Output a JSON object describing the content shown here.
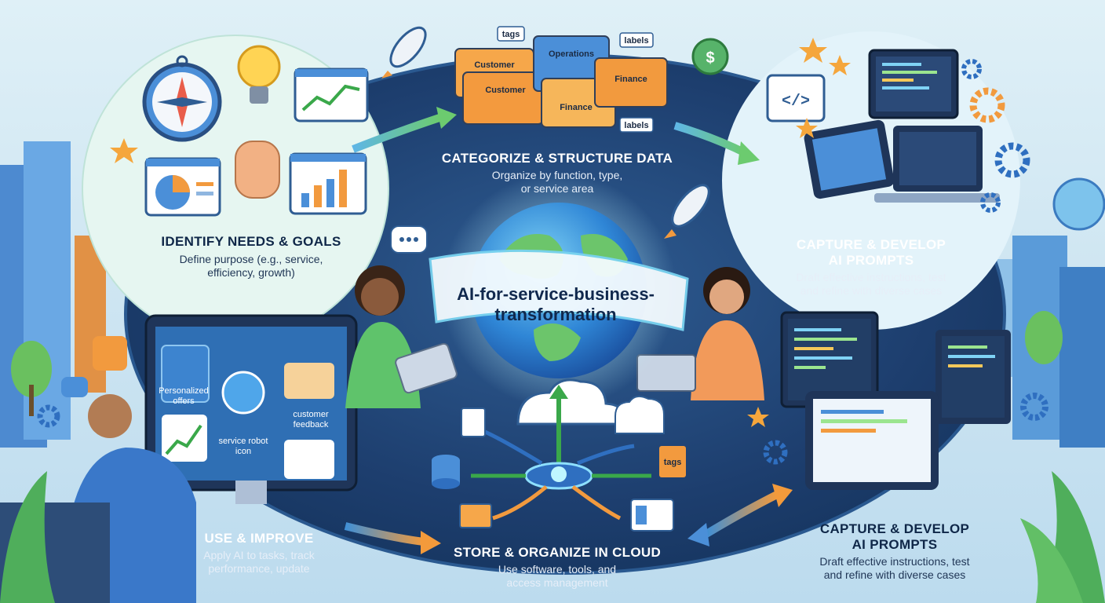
{
  "center": {
    "line1": "AI-for-service-business-",
    "line2": "transformation"
  },
  "steps": {
    "identify": {
      "title": "IDENTIFY NEEDS & GOALS",
      "desc1": "Define purpose (e.g., service,",
      "desc2": "efficiency, growth)"
    },
    "categorize": {
      "title": "CATEGORIZE & STRUCTURE DATA",
      "desc1": "Organize by function, type,",
      "desc2": "or service area"
    },
    "capture_top": {
      "title1": "CAPTURE & DEVELOP",
      "title2": "AI PROMPTS",
      "desc1": "Draft effective instructions, test",
      "desc2": "and refine with diverse cases"
    },
    "capture_bottom": {
      "title1": "CAPTURE & DEVELOP",
      "title2": "AI PROMPTS",
      "desc1": "Draft effective instructions, test",
      "desc2": "and refine with diverse cases"
    },
    "store": {
      "title": "STORE & ORGANIZE IN CLOUD",
      "desc1": "Use software, tools, and",
      "desc2": "access management"
    },
    "use": {
      "title": "USE & IMPROVE",
      "desc1": "Apply AI to tasks, track",
      "desc2": "performance, update"
    }
  },
  "folders": {
    "tags": "tags",
    "customer1": "Customer",
    "customer2": "Customer",
    "operations": "Operations",
    "labels1": "labels",
    "finance1": "Finance",
    "finance2": "Finance",
    "labels2": "labels"
  },
  "screen": {
    "personalized1": "Personalized",
    "personalized2": "offers",
    "robot1": "service robot",
    "robot2": "icon",
    "feedback1": "customer",
    "feedback2": "feedback"
  },
  "cloud": {
    "tags": "tags"
  },
  "colors": {
    "navy": "#16355f",
    "orange": "#f29a3e",
    "green": "#5fc36b",
    "teal": "#3fb6c9"
  }
}
